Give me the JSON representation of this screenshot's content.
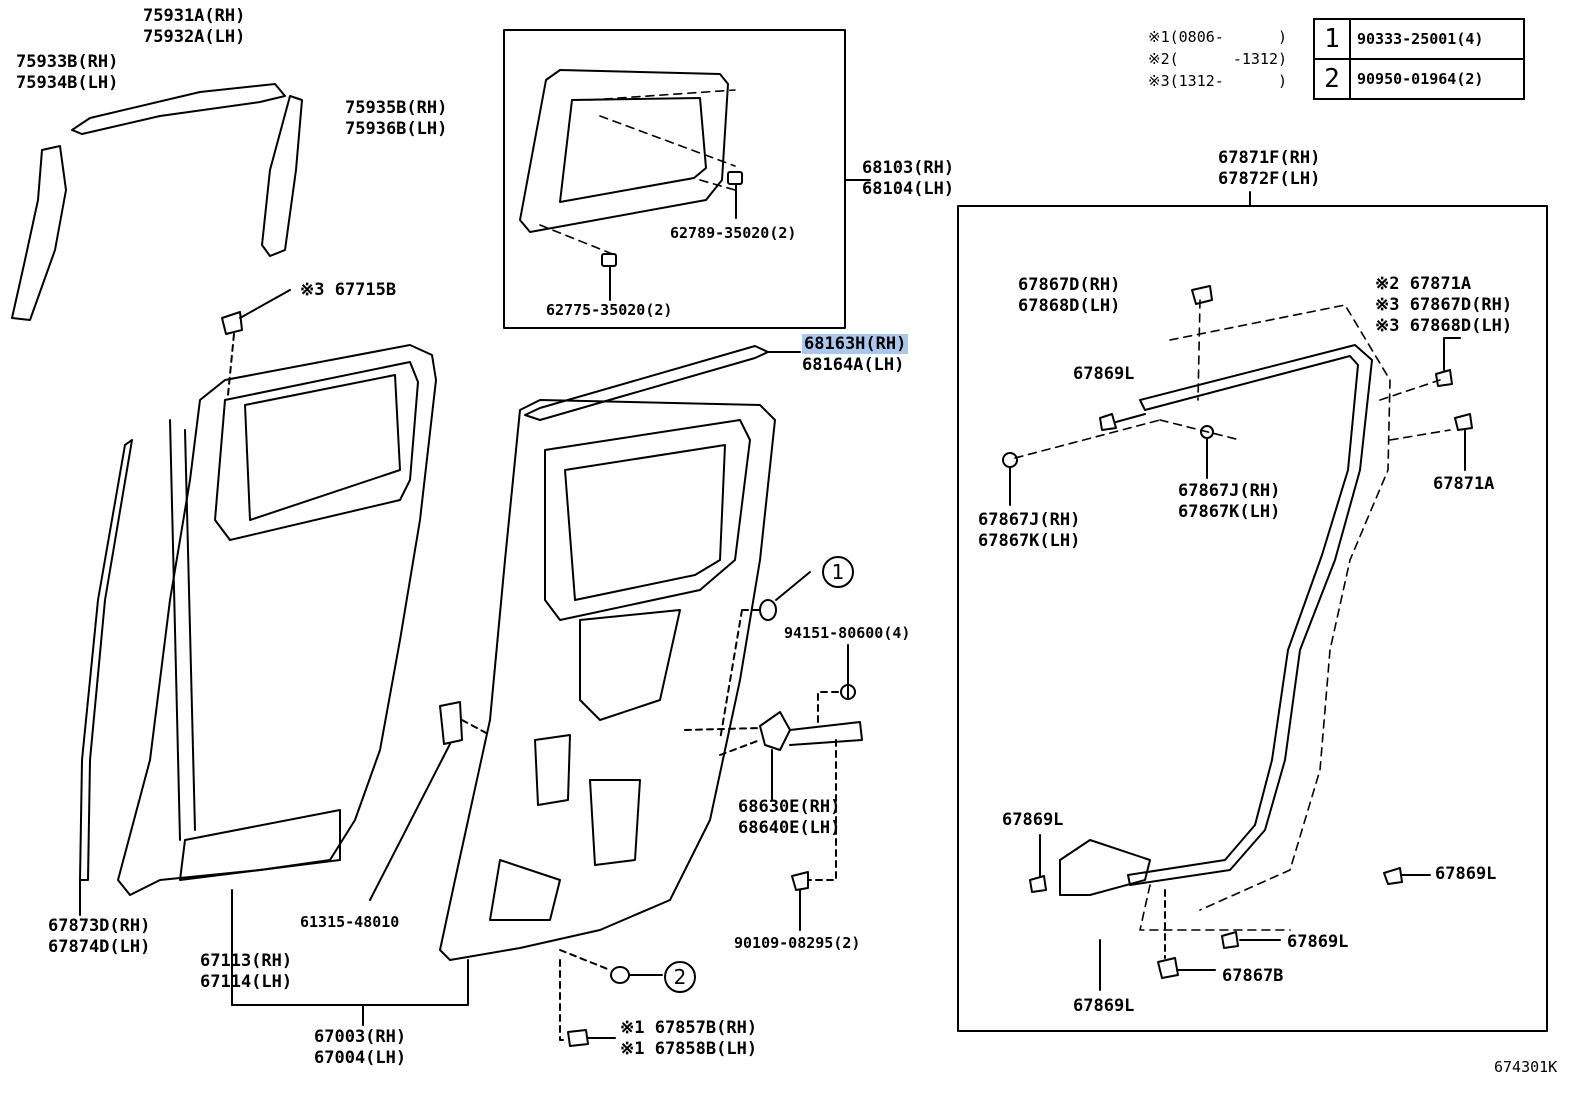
{
  "diagram_id": "674301K",
  "notes": [
    {
      "mark": "※1",
      "text": "(0806-      )"
    },
    {
      "mark": "※2",
      "text": "(      -1312)"
    },
    {
      "mark": "※3",
      "text": "(1312-      )"
    }
  ],
  "ref_table": [
    {
      "num": "1",
      "part": "90333-25001(4)"
    },
    {
      "num": "2",
      "part": "90950-01964(2)"
    }
  ],
  "labels": {
    "l75931": [
      "75931A(RH)",
      "75932A(LH)"
    ],
    "l75933": [
      "75933B(RH)",
      "75934B(LH)"
    ],
    "l75935": [
      "75935B(RH)",
      "75936B(LH)"
    ],
    "l67715": "※3 67715B",
    "l68103": [
      "68103(RH)",
      "68104(LH)"
    ],
    "l62789": "62789-35020(2)",
    "l62775": "62775-35020(2)",
    "l68163": [
      "68163H(RH)",
      "68164A(LH)"
    ],
    "l67871f": [
      "67871F(RH)",
      "67872F(LH)"
    ],
    "l67867d": [
      "67867D(RH)",
      "67868D(LH)"
    ],
    "l67871a_top": [
      "※2 67871A",
      "※3 67867D(RH)",
      "※3 67868D(LH)"
    ],
    "l67869_a": "67869L",
    "l67867j_mid": [
      "67867J(RH)",
      "67867K(LH)"
    ],
    "l67867j_left": [
      "67867J(RH)",
      "67867K(LH)"
    ],
    "l67871a_right": "67871A",
    "l94151": "94151-80600(4)",
    "l68630": [
      "68630E(RH)",
      "68640E(LH)"
    ],
    "l90109": "90109-08295(2)",
    "l67873": [
      "67873D(RH)",
      "67874D(LH)"
    ],
    "l67113": [
      "67113(RH)",
      "67114(LH)"
    ],
    "l61315": "61315-48010",
    "l67003": [
      "67003(RH)",
      "67004(LH)"
    ],
    "l67857": [
      "※1 67857B(RH)",
      "※1 67858B(LH)"
    ],
    "l67869_b": "67869L",
    "l67869_c": "67869L",
    "l67869_d": "67869L",
    "l67869_e": "67869L",
    "l67867b": "67867B"
  },
  "callouts": {
    "c1": "1",
    "c2": "2"
  },
  "highlight_color": "#aac8ec"
}
